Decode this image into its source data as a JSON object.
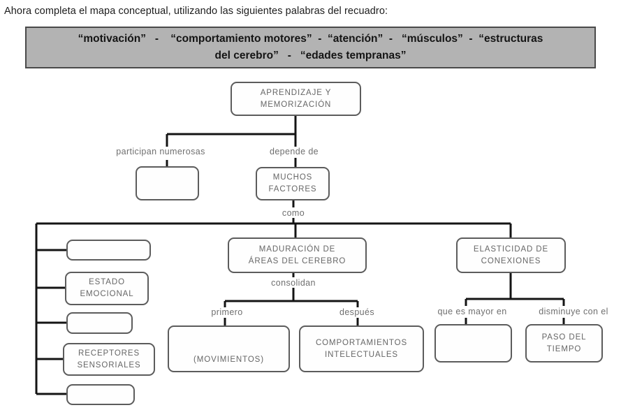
{
  "instruction": "Ahora completa el mapa conceptual, utilizando las siguientes palabras del recuadro:",
  "word_bank": {
    "background_color": "#b3b3b3",
    "words": [
      "“motivación”",
      "“comportamiento motores”",
      "“atención”",
      "“músculos”",
      "“estructuras del cerebro”",
      "“edades tempranas”"
    ],
    "line1": "“motivación”   -    “comportamiento motores”  -  “atención”  -   “músculos”  -  “estructuras",
    "line2": "del cerebro”   -   “edades tempranas”"
  },
  "map": {
    "nodes": {
      "aprendizaje": {
        "lines": [
          "APRENDIZAJE Y",
          "MEMORIZACIÓN"
        ]
      },
      "muchos_factores": {
        "lines": [
          "MUCHOS",
          "FACTORES"
        ]
      },
      "estado_emocional": {
        "lines": [
          "ESTADO",
          "EMOCIONAL"
        ]
      },
      "receptores_sensoriales": {
        "lines": [
          "RECEPTORES",
          "SENSORIALES"
        ]
      },
      "maduracion": {
        "lines": [
          "MADURACIÓN DE",
          "ÁREAS DEL CEREBRO"
        ]
      },
      "elasticidad": {
        "lines": [
          "ELASTICIDAD DE",
          "CONEXIONES"
        ]
      },
      "movimientos": {
        "lines": [
          "(MOVIMIENTOS)"
        ]
      },
      "comportamientos": {
        "lines": [
          "COMPORTAMIENTOS",
          "INTELECTUALES"
        ]
      },
      "paso_tiempo": {
        "lines": [
          "PASO DEL",
          "TIEMPO"
        ]
      }
    },
    "edge_labels": {
      "participan": "participan numerosas",
      "depende": "depende de",
      "como": "como",
      "consolidan": "consolidan",
      "primero": "primero",
      "despues": "después",
      "mayor": "que es mayor en",
      "disminuye": "disminuye con el"
    }
  }
}
